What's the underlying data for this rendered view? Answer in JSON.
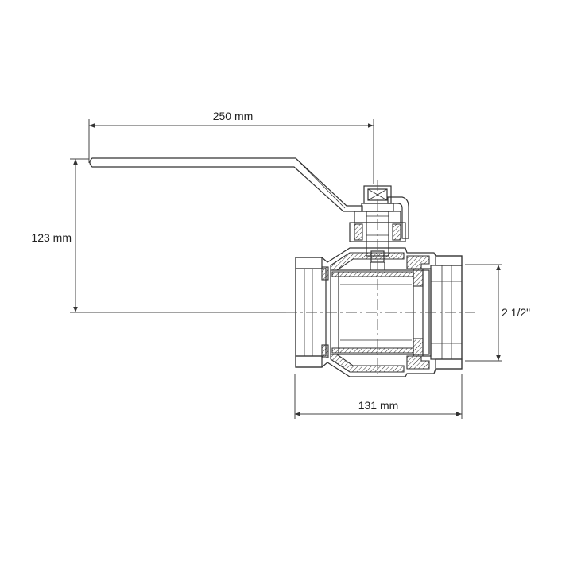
{
  "dimensions": {
    "handle_length": "250 mm",
    "height": "123 mm",
    "body_length": "131 mm",
    "thread_size": "2 1/2\""
  }
}
